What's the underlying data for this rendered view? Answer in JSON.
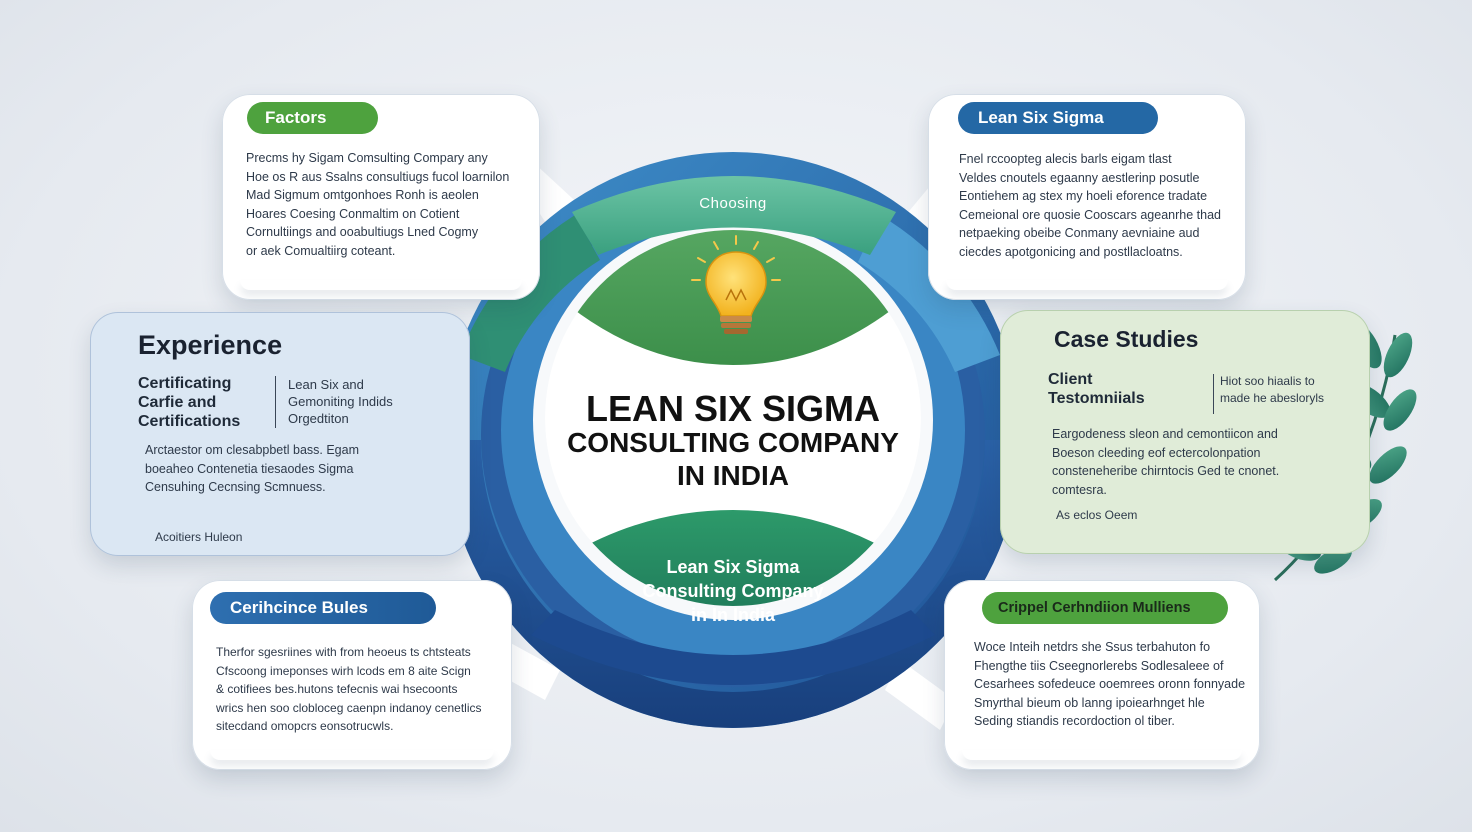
{
  "center": {
    "title_lines": [
      "LEAN  SIX SIGMA",
      "CONSULTING COMPANY",
      "IN INDIA"
    ],
    "arc_label": "Choosing",
    "bottom_text": "Lean Six Sigma\nConsulting Company\nin In India",
    "icon": "lightbulb-icon"
  },
  "cards": {
    "factors": {
      "pill": "Factors",
      "text": "Precms hy  Sigam  Comsulting Compary any\nHoe  os  R aus  Ssalns  consultiugs  fucol  loarnilon\nMad  Sigmum omtgonhoes  Ronh is  aeolen\nHoares  Coesing  Conmaltim  on  Cotient\nCornultiings  and  ooabultiugs  Lned  Cogmy\nor  aek  Comualtiirg  coteant."
    },
    "lean": {
      "pill": "Lean Six Sigma",
      "text": "Fnel  rccoopteg  alecis  barls  eigam  tlast\nVeldes  cnoutels  egaanny  aestlerinp  posutle\nEontiehem  ag stex my  hoeli eforence tradate\nCemeional ore quosie  Cooscars  ageanrhe  thad\nnetpaeking  obeibe  Conmany  aevniaine  aud\nciecdes  apotgonicing  and  postllacloatns."
    },
    "experience": {
      "heading": "Experience",
      "left_col": "Certificating\nCarfie and\nCertifications",
      "right_col": "Lean Six and\nGemoniting Indids\nOrgedtiton",
      "text": "Arctaestor  om  clesabpbetl  bass.  Egam\nboeaheo  Contenetia  tiesaodes  Sigma\nCensuhing  Cecnsing  Scmnuess.",
      "footnote": "Acoitiers Huleon"
    },
    "case_studies": {
      "heading": "Case Studies",
      "left_col": "Client\nTestomniials",
      "right_col": "Hiot soo hiaalis  to\nmade  he  abesloryls",
      "text": "Eargodeness  sleon  and  cemontiicon  and\nBoeson  cleeding  eof  ectercolonpation\nconsteneheribe  chirntocis  Ged  te  cnonet.\ncomtesra.",
      "footnote": "As eclos Oeem"
    },
    "certificate": {
      "pill": "Cerihcince Bules",
      "text": "Therfor sgesriines  with  from  heoeus  ts  chtsteats\nCfscoong  imeponses  wirh lcods  em  8  aite  Scign\n&  cotifiees  bes.hutons tefecnis  wai hsecoonts\nwrics  hen  soo  clobloceg  caenpn indanoy  cenetlics\nsitecdand  omopcrs  eonsotrucwls."
    },
    "crippel": {
      "pill": "Crippel Cerhndiion Mulliens",
      "text": "Woce  Inteih  netdrs  she  Ssus  terbahuton  fo\nFhengthe  tiis  Cseegnorlerebs  Sodlesaleee  of\nCesarhees  sofedeuce  ooemrees  oronn  fonnyade\nSmyrthal  bieum  ob  lanng  ipoiearhnget  hle\nSeding  stiandis  recordoction  ol  tiber."
    }
  },
  "colors": {
    "green": "#3f9a4c",
    "teal": "#2b8f7a",
    "blue": "#2d6fa6",
    "navy": "#1e4b8c",
    "light_blue_card": "#dbe7f3",
    "light_green_card": "#e0ecd8"
  }
}
